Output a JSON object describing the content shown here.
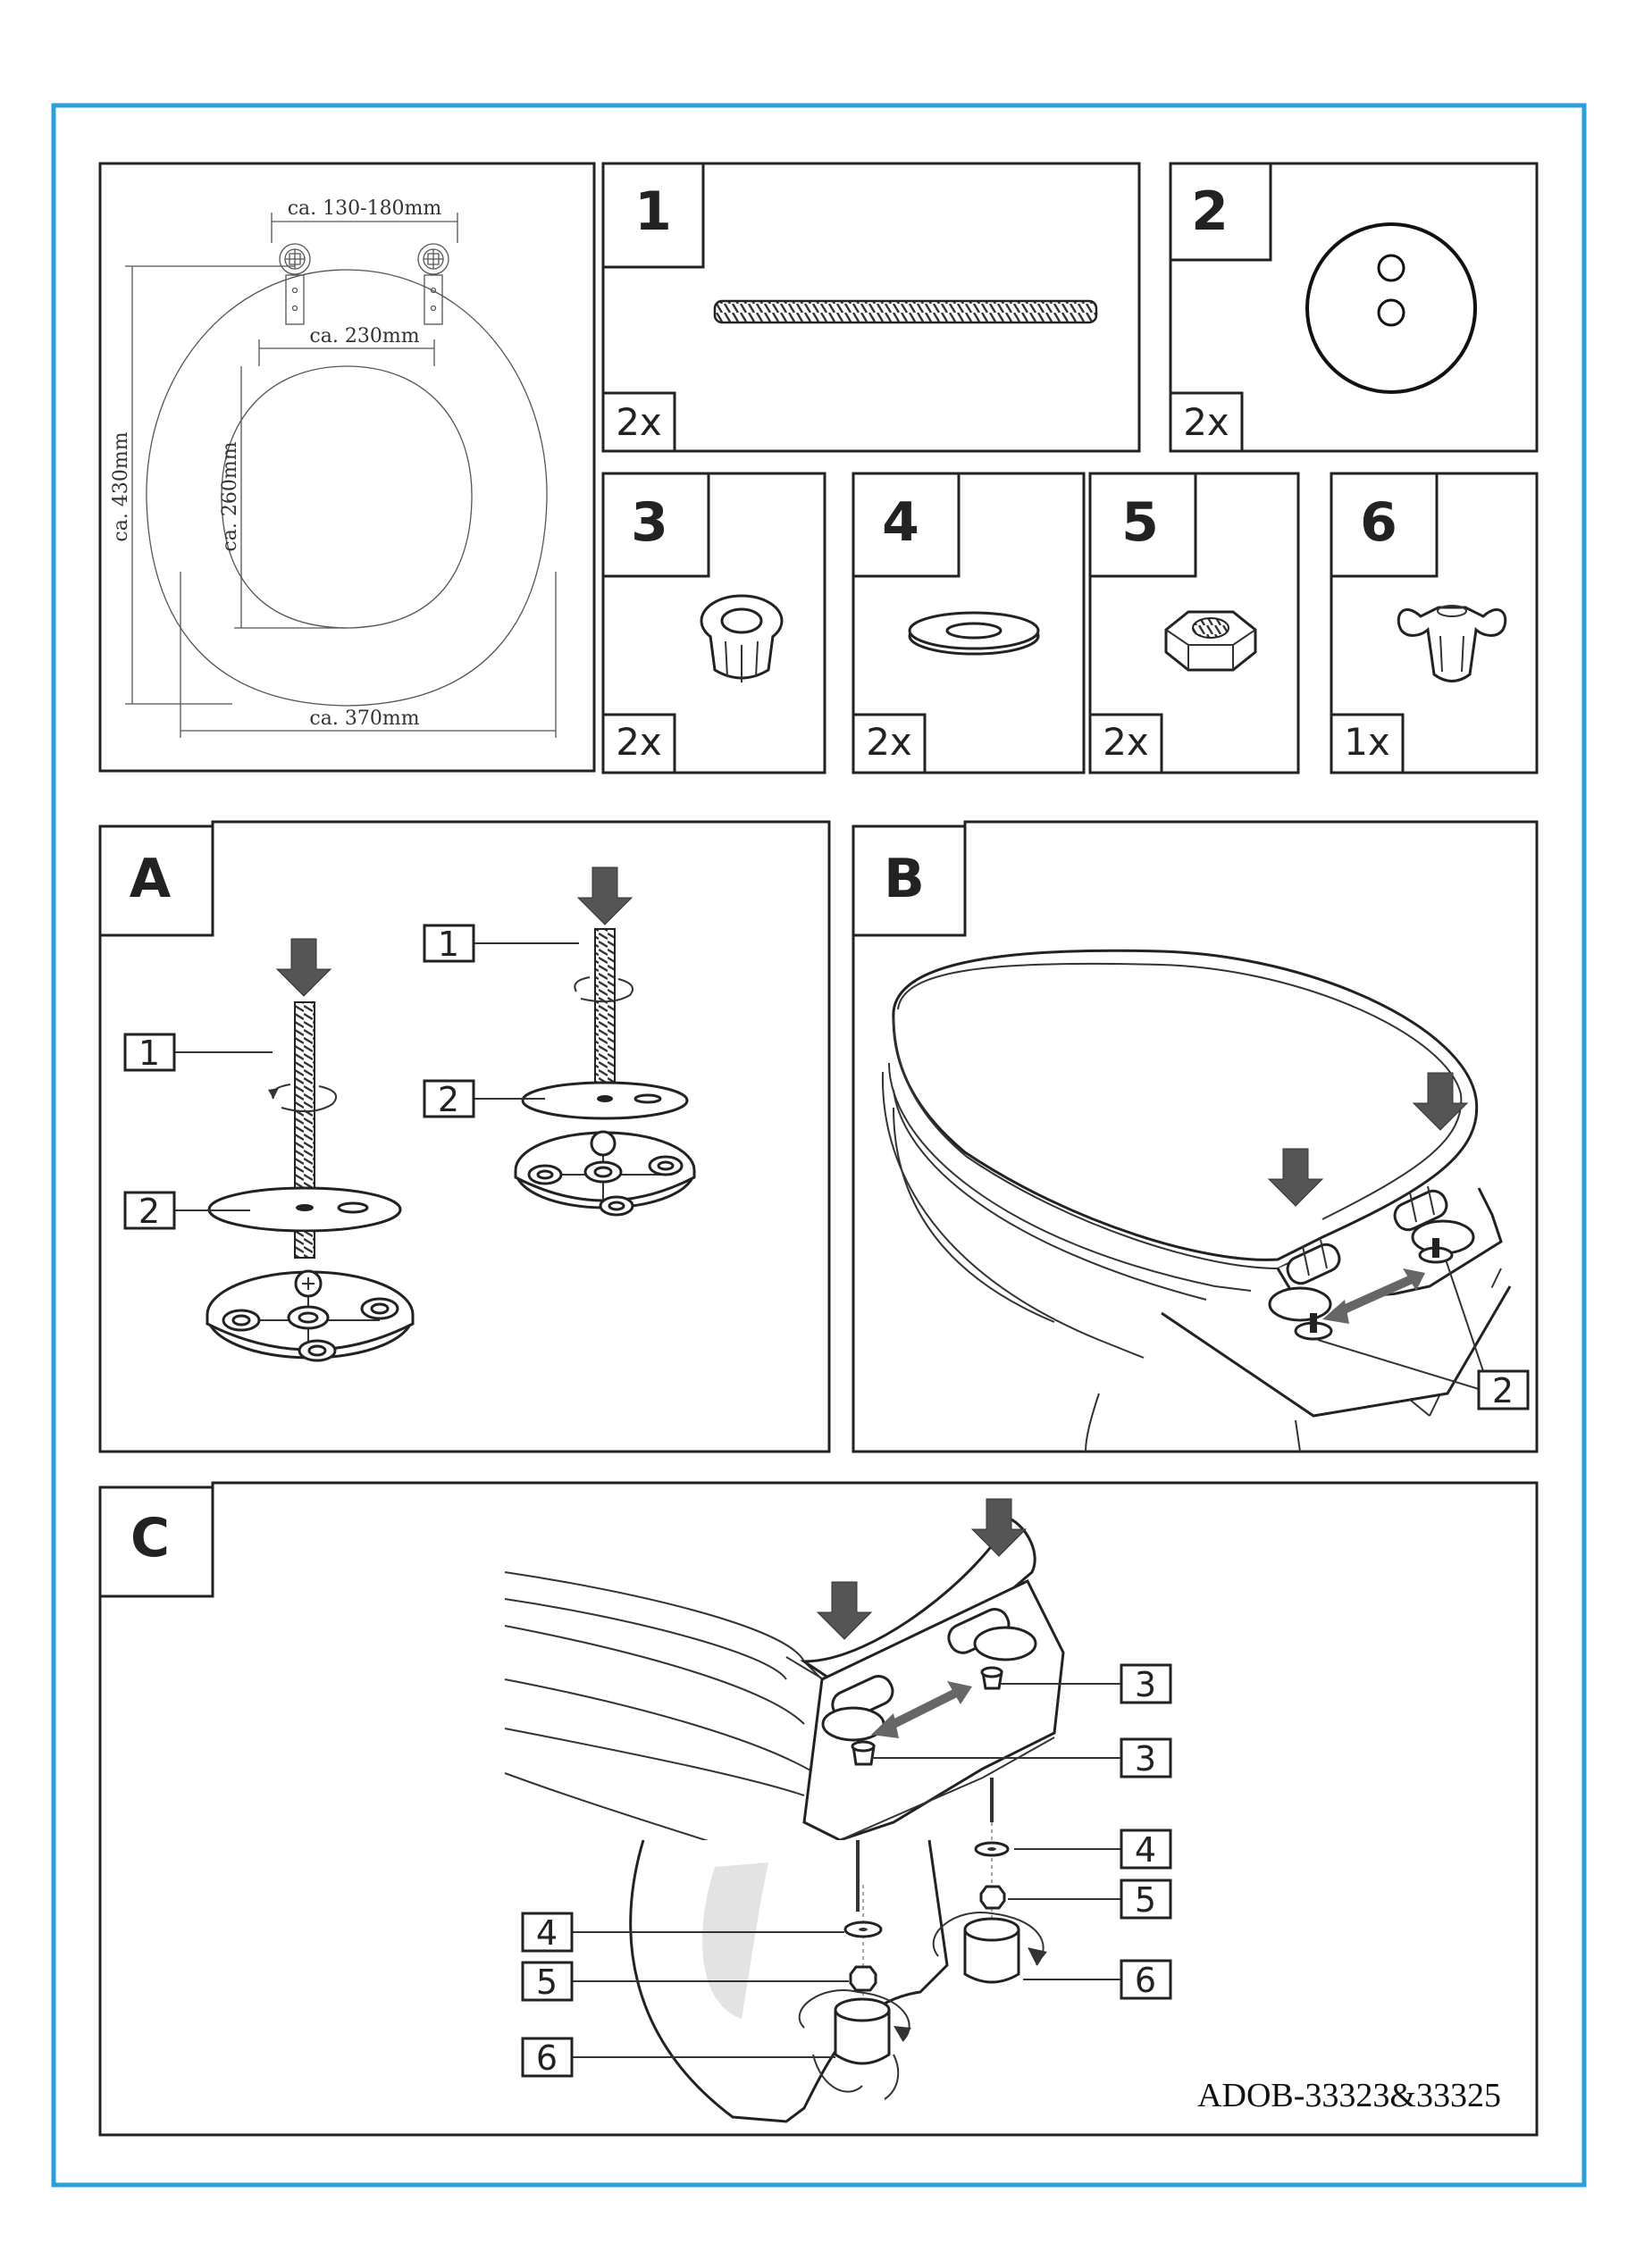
{
  "overview": {
    "dim_hinge_spacing": "ca. 130-180mm",
    "dim_inner_width": "ca. 230mm",
    "dim_length": "ca. 430mm",
    "dim_inner_length": "ca. 260mm",
    "dim_width": "ca. 370mm"
  },
  "parts": [
    {
      "number": "1",
      "quantity": "2x",
      "icon": "threaded-rod-icon"
    },
    {
      "number": "2",
      "quantity": "2x",
      "icon": "base-plate-icon"
    },
    {
      "number": "3",
      "quantity": "2x",
      "icon": "rubber-plug-icon"
    },
    {
      "number": "4",
      "quantity": "2x",
      "icon": "washer-icon"
    },
    {
      "number": "5",
      "quantity": "2x",
      "icon": "nut-icon"
    },
    {
      "number": "6",
      "quantity": "1x",
      "icon": "wing-key-icon"
    }
  ],
  "steps": {
    "a": {
      "label": "A",
      "callouts": [
        "1",
        "2",
        "1",
        "2"
      ]
    },
    "b": {
      "label": "B",
      "callouts": [
        "2"
      ]
    },
    "c": {
      "label": "C",
      "callouts": [
        "3",
        "3",
        "4",
        "5",
        "6",
        "4",
        "5",
        "6"
      ]
    }
  },
  "model_number": "ADOB-33323&33325"
}
